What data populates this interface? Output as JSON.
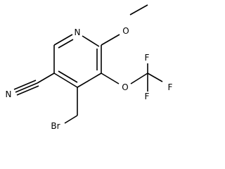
{
  "molecule": {
    "atoms": {
      "ring_n": "N",
      "methoxy_o": "O",
      "trifluoromethoxy_o": "O",
      "fluorine_top": "F",
      "fluorine_right": "F",
      "fluorine_bottom": "F",
      "nitrile_n": "N",
      "bromine": "Br"
    },
    "colors": {
      "bond": "#000000",
      "label": "#000000",
      "background": "#ffffff"
    }
  }
}
